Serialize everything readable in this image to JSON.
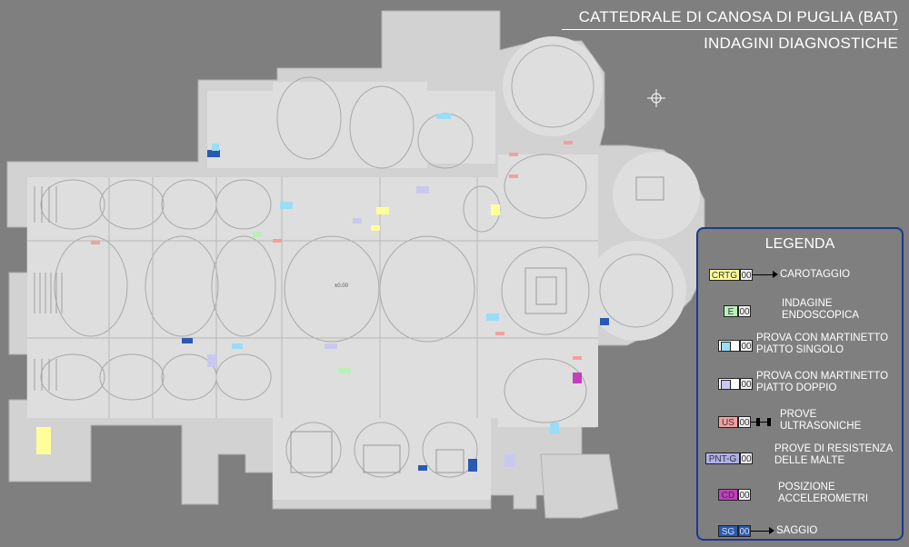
{
  "title": {
    "line1": "CATTEDRALE DI CANOSA DI PUGLIA (BAT)",
    "line2": "INDAGINI DIAGNOSTICHE"
  },
  "plan_label": "±0.00",
  "legend": {
    "title": "LEGENDA",
    "items": [
      {
        "code": "CRTG",
        "num": "00",
        "label1": "CAROTAGGIO",
        "label2": "",
        "color": "#ffff99"
      },
      {
        "code": "E",
        "num": "00",
        "label1": "INDAGINE",
        "label2": "ENDOSCOPICA",
        "color": "#b9f0b9"
      },
      {
        "code": "",
        "num": "00",
        "label1": "PROVA CON MARTINETTO",
        "label2": "PIATTO SINGOLO",
        "color": "#99ddf7"
      },
      {
        "code": "",
        "num": "00",
        "label1": "PROVA CON MARTINETTO",
        "label2": "PIATTO DOPPIO",
        "color": "#c9c9f0"
      },
      {
        "code": "US",
        "num": "00",
        "label1": "PROVE",
        "label2": "ULTRASONICHE",
        "color": "#f4a0a0"
      },
      {
        "code": "PNT-G",
        "num": "00",
        "label1": "PROVE DI RESISTENZA",
        "label2": "DELLE MALTE",
        "color": "#b0b0e8"
      },
      {
        "code": "CD",
        "num": "00",
        "label1": "POSIZIONE",
        "label2": "ACCELEROMETRI",
        "color": "#c040c0"
      },
      {
        "code": "SG",
        "num": "00",
        "label1": "SAGGIO",
        "label2": "",
        "color": "#2a5ab0"
      }
    ]
  }
}
